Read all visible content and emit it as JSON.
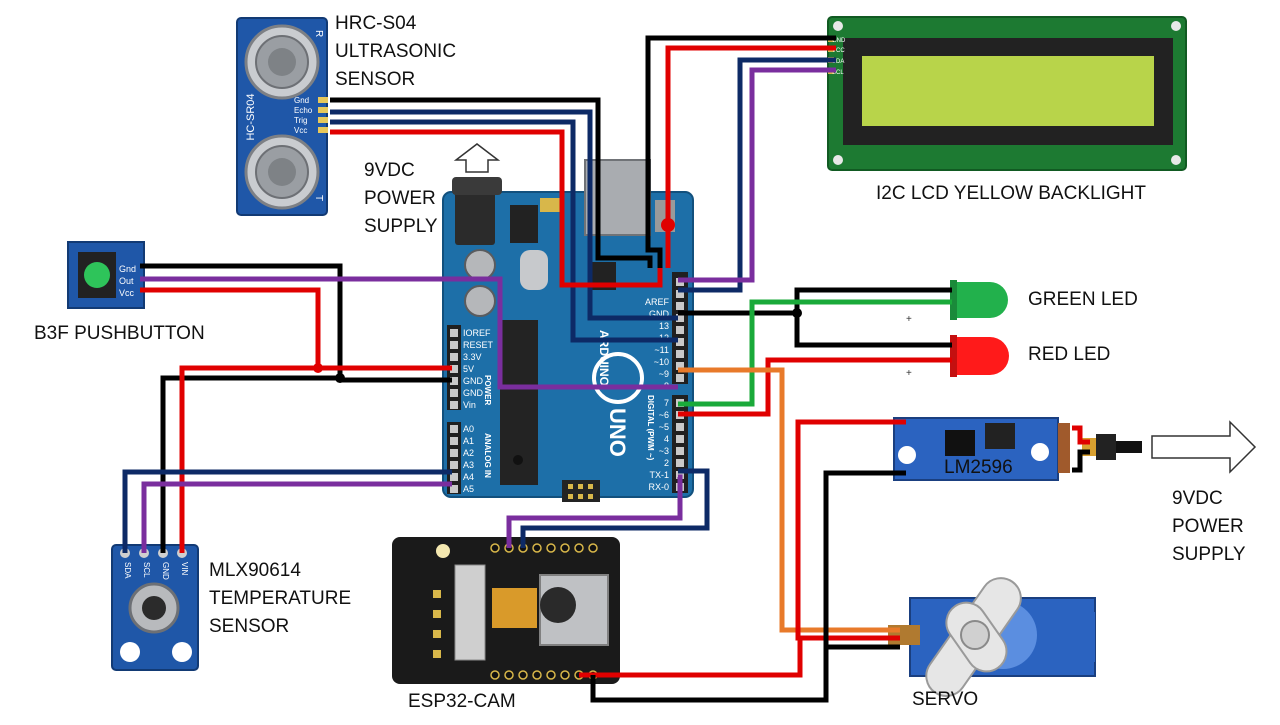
{
  "labels": {
    "ultrasonic": [
      "HRC-S04",
      "ULTRASONIC",
      "SENSOR"
    ],
    "power_in": [
      "9VDC",
      "POWER",
      "SUPPLY"
    ],
    "lcd": "I2C LCD YELLOW BACKLIGHT",
    "pushbutton": "B3F PUSHBUTTON",
    "green_led": "GREEN LED",
    "red_led": "RED LED",
    "regulator": "LM2596",
    "power_out": [
      "9VDC",
      "POWER",
      "SUPPLY"
    ],
    "temp_sensor": [
      "MLX90614",
      "TEMPERATURE",
      "SENSOR"
    ],
    "esp32": "ESP32-CAM",
    "servo": "SERVO"
  },
  "pins": {
    "ultrasonic": [
      "Gnd",
      "Echo",
      "Trig",
      "Vcc"
    ],
    "ultrasonic_model": "HC-SR04",
    "lcd": [
      "GND",
      "VCC",
      "SDA",
      "SCL"
    ],
    "pushbutton": [
      "Gnd",
      "Out",
      "Vcc"
    ],
    "temp_sensor": [
      "VIN",
      "GND",
      "SCL",
      "SDA"
    ],
    "uno_power": [
      "IOREF",
      "RESET",
      "3.3V",
      "5V",
      "GND",
      "GND",
      "Vin"
    ],
    "uno_analog": [
      "A0",
      "A1",
      "A2",
      "A3",
      "A4",
      "A5"
    ],
    "uno_power_title": "POWER",
    "uno_analog_title": "ANALOG IN",
    "uno_digital_top": [
      "AREF",
      "GND",
      "13",
      "12",
      "~11",
      "~10",
      "~9",
      "8"
    ],
    "uno_digital_bottom": [
      "7",
      "~6",
      "~5",
      "4",
      "~3",
      "2",
      "TX-1",
      "RX-0"
    ],
    "uno_digital_title": "DIGITAL (PWM ~)",
    "uno_brand": "ARDUINO",
    "uno_model": "UNO"
  },
  "colors": {
    "wire_black": "#000000",
    "wire_red": "#e00000",
    "wire_navy": "#0d2a66",
    "wire_purple": "#7a2e9e",
    "wire_green": "#1aaa3a",
    "wire_orange": "#e87a2a",
    "board_blue": "#1d6fa8",
    "lcd_green": "#1d7a32",
    "lcd_screen": "#b8d44a"
  }
}
